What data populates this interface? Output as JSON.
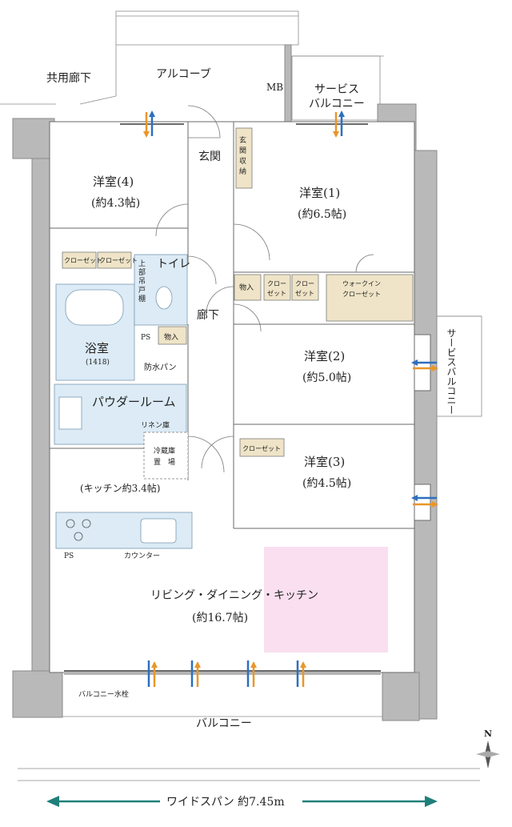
{
  "labels": {
    "corridor_common": "共用廊下",
    "alcove": "アルコーブ",
    "mb": "MB",
    "service_balcony_top_1": "サービス",
    "service_balcony_top_2": "バルコニー",
    "entrance": "玄関",
    "entrance_storage_1": "玄",
    "entrance_storage_2": "関",
    "entrance_storage_3": "収",
    "entrance_storage_4": "納",
    "room4_name": "洋室(4)",
    "room4_size": "(約4.3帖)",
    "room1_name": "洋室(1)",
    "room1_size": "(約6.5帖)",
    "closet": "クローゼット",
    "toilet": "トイレ",
    "upper_cabinet_1": "上",
    "upper_cabinet_2": "部",
    "upper_cabinet_3": "吊",
    "upper_cabinet_4": "戸",
    "upper_cabinet_5": "棚",
    "storage_small": "物入",
    "closet_split_1": "クロー",
    "closet_split_2": "ゼット",
    "walkin_1": "ウォークイン",
    "walkin_2": "クローゼット",
    "hallway": "廊下",
    "ps": "PS",
    "bath": "浴室",
    "bath_size": "(1418)",
    "waterproof_pan": "防水パン",
    "room2_name": "洋室(2)",
    "room2_size": "(約5.0帖)",
    "service_balcony_side": "サービスバルコニー",
    "powder_room": "パウダールーム",
    "linen": "リネン庫",
    "fridge_1": "冷蔵庫",
    "fridge_2": "置　場",
    "room3_name": "洋室(3)",
    "room3_size": "(約4.5帖)",
    "kitchen": "(キッチン約3.4帖)",
    "counter": "カウンター",
    "ldk_name": "リビング・ダイニング・キッチン",
    "ldk_size": "(約16.7帖)",
    "balcony_faucet": "バルコニー水栓",
    "balcony": "バルコニー",
    "north": "N",
    "wide_span": "ワイドスパン 約7.45m"
  },
  "colors": {
    "wall": "#b9b9b9",
    "storage": "#efe4c7",
    "wet_area": "#dcebf6",
    "highlight": "#f9dfef",
    "airflow_blue": "#2e6fc0",
    "airflow_orange": "#e8962a",
    "span_arrow": "#1f7f7a"
  }
}
